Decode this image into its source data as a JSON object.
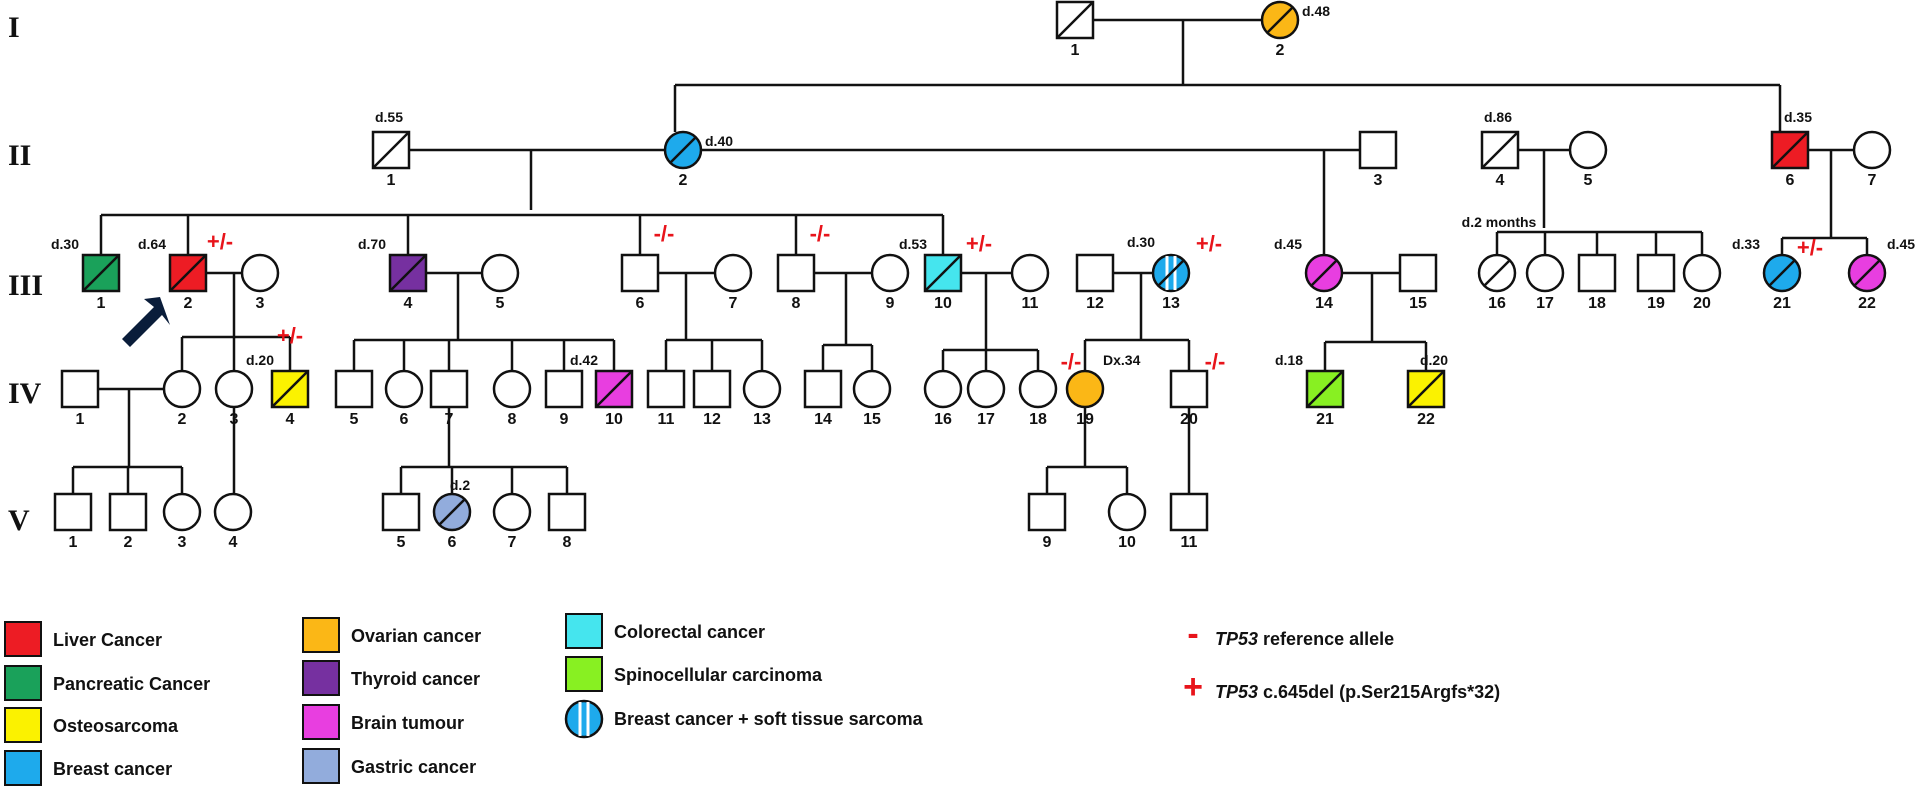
{
  "generations": [
    "I",
    "II",
    "III",
    "IV",
    "V"
  ],
  "individuals": [
    {
      "id": "I-1",
      "sex": "M",
      "num": "1",
      "deceased": true
    },
    {
      "id": "I-2",
      "sex": "F",
      "num": "2",
      "deceased": true,
      "cancer": "ovarian",
      "note": "d.48"
    },
    {
      "id": "II-1",
      "sex": "M",
      "num": "1",
      "deceased": true,
      "note": "d.55"
    },
    {
      "id": "II-2",
      "sex": "F",
      "num": "2",
      "deceased": true,
      "cancer": "breast",
      "note": "d.40"
    },
    {
      "id": "II-3",
      "sex": "M",
      "num": "3"
    },
    {
      "id": "II-4",
      "sex": "M",
      "num": "4",
      "deceased": true,
      "note": "d.86"
    },
    {
      "id": "II-5",
      "sex": "F",
      "num": "5"
    },
    {
      "id": "II-6",
      "sex": "M",
      "num": "6",
      "deceased": true,
      "cancer": "liver",
      "note": "d.35"
    },
    {
      "id": "II-7",
      "sex": "F",
      "num": "7"
    },
    {
      "id": "III-1",
      "sex": "M",
      "num": "1",
      "deceased": true,
      "cancer": "pancreatic",
      "note": "d.30"
    },
    {
      "id": "III-2",
      "sex": "M",
      "num": "2",
      "deceased": true,
      "cancer": "liver",
      "note": "d.64",
      "genotype": "+/-",
      "proband": true
    },
    {
      "id": "III-3",
      "sex": "F",
      "num": "3"
    },
    {
      "id": "III-4",
      "sex": "M",
      "num": "4",
      "deceased": true,
      "cancer": "thyroid",
      "note": "d.70"
    },
    {
      "id": "III-5",
      "sex": "F",
      "num": "5"
    },
    {
      "id": "III-6",
      "sex": "M",
      "num": "6",
      "genotype": "-/-"
    },
    {
      "id": "III-7",
      "sex": "F",
      "num": "7"
    },
    {
      "id": "III-8",
      "sex": "M",
      "num": "8",
      "genotype": "-/-"
    },
    {
      "id": "III-9",
      "sex": "F",
      "num": "9"
    },
    {
      "id": "III-10",
      "sex": "M",
      "num": "10",
      "deceased": true,
      "cancer": "colorectal",
      "note": "d.53",
      "genotype": "+/-"
    },
    {
      "id": "III-11",
      "sex": "F",
      "num": "11"
    },
    {
      "id": "III-12",
      "sex": "M",
      "num": "12"
    },
    {
      "id": "III-13",
      "sex": "F",
      "num": "13",
      "deceased": true,
      "cancer": "breast_sarcoma",
      "note": "d.30",
      "genotype": "+/-"
    },
    {
      "id": "III-14",
      "sex": "F",
      "num": "14",
      "deceased": true,
      "cancer": "brain",
      "note": "d.45"
    },
    {
      "id": "III-15",
      "sex": "M",
      "num": "15"
    },
    {
      "id": "III-16",
      "sex": "F",
      "num": "16",
      "deceased": true,
      "note": "d.2 months"
    },
    {
      "id": "III-17",
      "sex": "F",
      "num": "17"
    },
    {
      "id": "III-18",
      "sex": "M",
      "num": "18"
    },
    {
      "id": "III-19",
      "sex": "M",
      "num": "19"
    },
    {
      "id": "III-20",
      "sex": "F",
      "num": "20"
    },
    {
      "id": "III-21",
      "sex": "F",
      "num": "21",
      "deceased": true,
      "cancer": "breast",
      "note": "d.33",
      "genotype": "+/-"
    },
    {
      "id": "III-22",
      "sex": "F",
      "num": "22",
      "deceased": true,
      "cancer": "brain",
      "note": "d.45"
    },
    {
      "id": "IV-1",
      "sex": "M",
      "num": "1"
    },
    {
      "id": "IV-2",
      "sex": "F",
      "num": "2"
    },
    {
      "id": "IV-3",
      "sex": "F",
      "num": "3"
    },
    {
      "id": "IV-4",
      "sex": "M",
      "num": "4",
      "deceased": true,
      "cancer": "osteosarcoma",
      "note": "d.20",
      "genotype": "+/-"
    },
    {
      "id": "IV-5",
      "sex": "M",
      "num": "5"
    },
    {
      "id": "IV-6",
      "sex": "F",
      "num": "6"
    },
    {
      "id": "IV-7",
      "sex": "M",
      "num": "7"
    },
    {
      "id": "IV-8",
      "sex": "F",
      "num": "8"
    },
    {
      "id": "IV-9",
      "sex": "M",
      "num": "9"
    },
    {
      "id": "IV-10",
      "sex": "M",
      "num": "10",
      "deceased": true,
      "cancer": "brain",
      "note": "d.42"
    },
    {
      "id": "IV-11",
      "sex": "M",
      "num": "11"
    },
    {
      "id": "IV-12",
      "sex": "M",
      "num": "12"
    },
    {
      "id": "IV-13",
      "sex": "F",
      "num": "13"
    },
    {
      "id": "IV-14",
      "sex": "M",
      "num": "14"
    },
    {
      "id": "IV-15",
      "sex": "F",
      "num": "15"
    },
    {
      "id": "IV-16",
      "sex": "F",
      "num": "16"
    },
    {
      "id": "IV-17",
      "sex": "F",
      "num": "17"
    },
    {
      "id": "IV-18",
      "sex": "F",
      "num": "18"
    },
    {
      "id": "IV-19",
      "sex": "F",
      "num": "19",
      "cancer": "ovarian",
      "note": "Dx.34",
      "genotype": "-/-"
    },
    {
      "id": "IV-20",
      "sex": "M",
      "num": "20",
      "genotype": "-/-"
    },
    {
      "id": "IV-21",
      "sex": "M",
      "num": "21",
      "deceased": true,
      "cancer": "spinocellular",
      "note": "d.18"
    },
    {
      "id": "IV-22",
      "sex": "M",
      "num": "22",
      "deceased": true,
      "cancer": "osteosarcoma",
      "note": "d.20"
    },
    {
      "id": "V-1",
      "sex": "M",
      "num": "1"
    },
    {
      "id": "V-2",
      "sex": "M",
      "num": "2"
    },
    {
      "id": "V-3",
      "sex": "F",
      "num": "3"
    },
    {
      "id": "V-4",
      "sex": "F",
      "num": "4"
    },
    {
      "id": "V-5",
      "sex": "M",
      "num": "5"
    },
    {
      "id": "V-6",
      "sex": "F",
      "num": "6",
      "deceased": true,
      "cancer": "gastric",
      "note": "d.2"
    },
    {
      "id": "V-7",
      "sex": "F",
      "num": "7"
    },
    {
      "id": "V-8",
      "sex": "M",
      "num": "8"
    },
    {
      "id": "V-9",
      "sex": "M",
      "num": "9"
    },
    {
      "id": "V-10",
      "sex": "F",
      "num": "10"
    },
    {
      "id": "V-11",
      "sex": "M",
      "num": "11"
    }
  ],
  "legend": {
    "cancers": [
      {
        "key": "liver",
        "label": "Liver Cancer",
        "color": "#ed1c24"
      },
      {
        "key": "pancreatic",
        "label": "Pancreatic Cancer",
        "color": "#1aa15a"
      },
      {
        "key": "osteosarcoma",
        "label": "Osteosarcoma",
        "color": "#fbf200"
      },
      {
        "key": "breast",
        "label": "Breast cancer",
        "color": "#1eaaec"
      },
      {
        "key": "ovarian",
        "label": "Ovarian cancer",
        "color": "#fbb716"
      },
      {
        "key": "thyroid",
        "label": "Thyroid cancer",
        "color": "#7630a0"
      },
      {
        "key": "brain",
        "label": "Brain tumour",
        "color": "#e83ee0"
      },
      {
        "key": "gastric",
        "label": "Gastric cancer",
        "color": "#92acdc"
      },
      {
        "key": "colorectal",
        "label": "Colorectal cancer",
        "color": "#45e5ee"
      },
      {
        "key": "spinocellular",
        "label": "Spinocellular carcinoma",
        "color": "#88f022"
      },
      {
        "key": "breast_sarcoma",
        "label": "Breast cancer + soft tissue sarcoma",
        "color": "#1eaaec"
      }
    ],
    "alleles": [
      {
        "symbol": "-",
        "gene": "TP53",
        "text": " reference allele"
      },
      {
        "symbol": "+",
        "gene": "TP53",
        "text": " c.645del (p.Ser215Argfs*32)"
      }
    ]
  }
}
